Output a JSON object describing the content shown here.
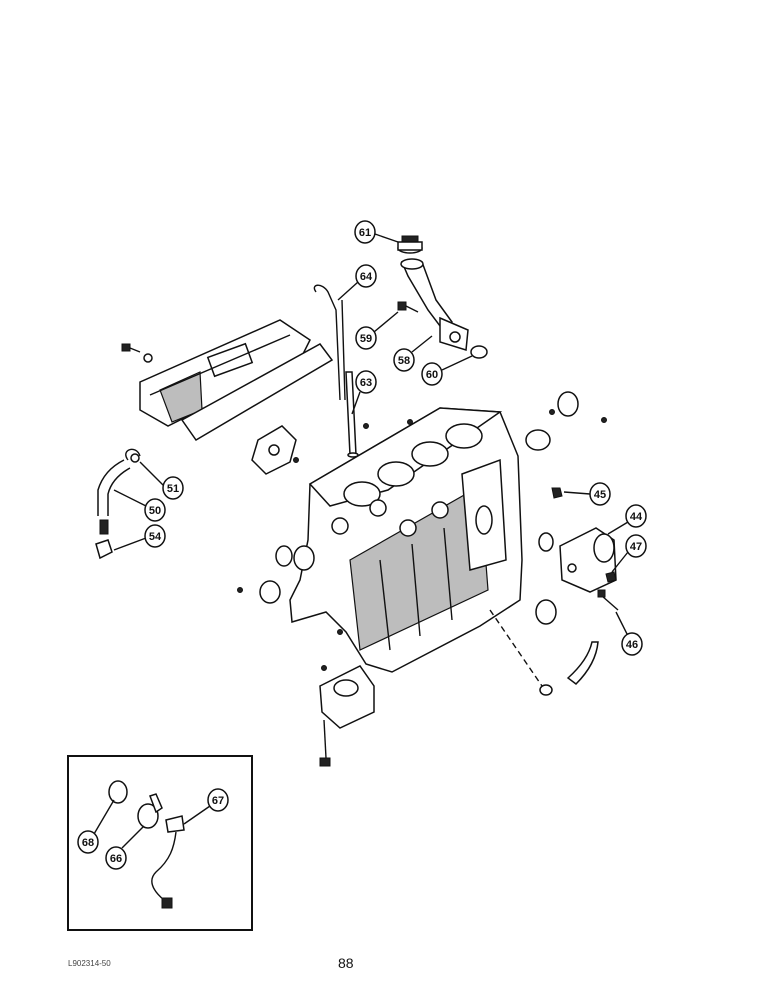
{
  "page": {
    "number": "88",
    "code": "L902314-50"
  },
  "callouts": [
    "61",
    "64",
    "59",
    "58",
    "60",
    "63",
    "51",
    "50",
    "54",
    "45",
    "44",
    "47",
    "46",
    "68",
    "66",
    "67"
  ]
}
